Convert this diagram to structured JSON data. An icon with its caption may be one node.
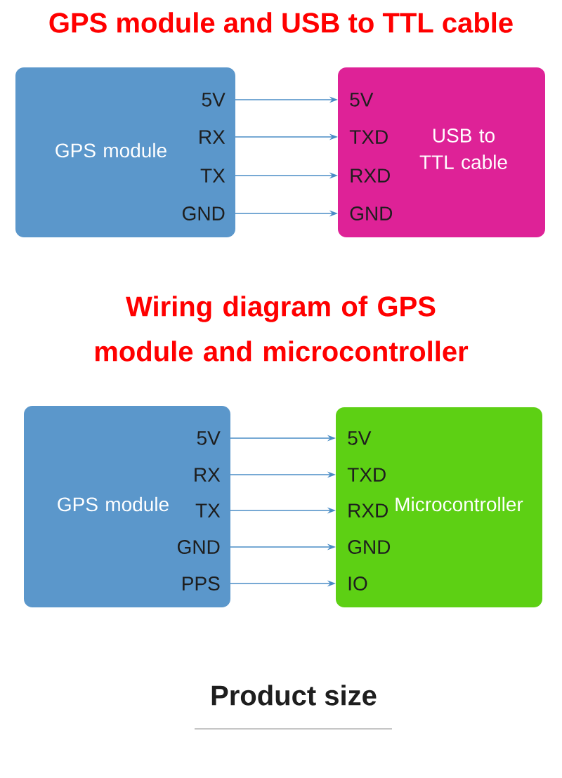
{
  "diagram": {
    "title": "GPS module and USB to TTL cable",
    "nodes": [
      {
        "text": [
          "GPS module"
        ]
      },
      {
        "text": [
          "5V"
        ],
        "in": 0
      },
      {
        "text": [
          "RX"
        ],
        "in": 0
      },
      {
        "text": [
          "TX"
        ],
        "in": 0
      },
      {
        "text": [
          "GND"
        ],
        "in": 0
      },
      {
        "text": [
          "USB to TTL cable"
        ]
      },
      {
        "text": [
          "5V"
        ],
        "in": 5
      },
      {
        "text": [
          "TXD"
        ],
        "in": 5
      },
      {
        "text": [
          "RXD"
        ],
        "in": 5
      },
      {
        "text": [
          "GND"
        ],
        "in": 5
      },
      {
        "text": [
          "GPS module"
        ]
      },
      {
        "text": [
          "5V"
        ],
        "in": 10
      },
      {
        "text": [
          "RX"
        ],
        "in": 10
      },
      {
        "text": [
          "TX"
        ],
        "in": 10
      },
      {
        "text": [
          "GND"
        ],
        "in": 10
      },
      {
        "text": [
          "PPS"
        ],
        "in": 10
      },
      {
        "text": [
          "Microcontroller"
        ]
      },
      {
        "text": [
          "5V"
        ],
        "in": 16
      },
      {
        "text": [
          "TXD"
        ],
        "in": 16
      },
      {
        "text": [
          "RXD"
        ],
        "in": 16
      },
      {
        "text": [
          "GND"
        ],
        "in": 16
      },
      {
        "text": [
          "IO"
        ],
        "in": 16
      }
    ],
    "edges": [
      {
        "from": 1,
        "to": 6,
        "arrow": "to"
      },
      {
        "from": 2,
        "to": 7,
        "arrow": "to"
      },
      {
        "from": 3,
        "to": 8,
        "arrow": "to"
      },
      {
        "from": 4,
        "to": 9,
        "arrow": "to"
      },
      {
        "from": 11,
        "to": 17,
        "arrow": "to"
      },
      {
        "from": 12,
        "to": 18,
        "arrow": "to"
      },
      {
        "from": 13,
        "to": 19,
        "arrow": "to"
      },
      {
        "from": 14,
        "to": 20,
        "arrow": "to"
      },
      {
        "from": 15,
        "to": 21,
        "arrow": "to"
      }
    ],
    "labels": [
      "Wiring diagram of GPS module and microcontroller",
      "Product size"
    ]
  }
}
